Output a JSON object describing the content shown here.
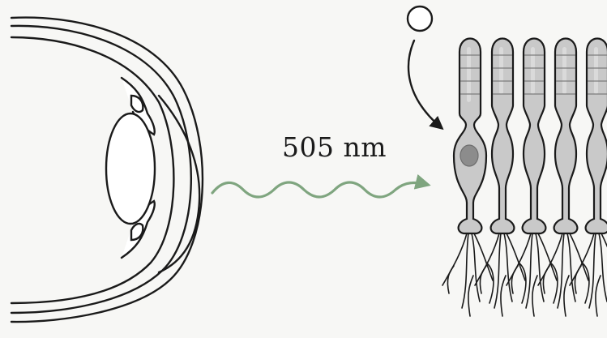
{
  "wavelength_label": "505 nm",
  "colors": {
    "background": "#f7f7f5",
    "outline": "#1a1a1a",
    "wave": "#7fa57f",
    "cell_fill": "#c9c9c9",
    "cell_highlight": "#dedede",
    "nucleus": "#8c8c8c"
  },
  "icons": {
    "photon": "circle-outline",
    "wave": "sine-wave-arrow",
    "eye": "eye-cross-section",
    "rods": "rod-photoreceptor-cells"
  }
}
